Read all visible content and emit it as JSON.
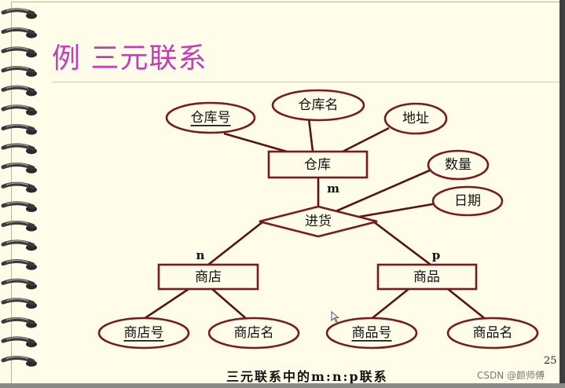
{
  "slide": {
    "title": "例  三元联系",
    "caption": "三元联系中的m:n:p联系",
    "page_number": "25",
    "watermark": "CSDN @颜师傅"
  },
  "diagram": {
    "entities": {
      "warehouse": "仓库",
      "store": "商店",
      "product": "商品"
    },
    "relationship": "进货",
    "attributes": {
      "warehouse_id": "仓库号",
      "warehouse_name": "仓库名",
      "address": "地址",
      "quantity": "数量",
      "date": "日期",
      "store_id": "商店号",
      "store_name": "商店名",
      "product_id": "商品号",
      "product_name": "商品名"
    },
    "cardinality": {
      "warehouse": "m",
      "store": "n",
      "product": "p"
    }
  },
  "colors": {
    "title": "#c23cbc",
    "shape_stroke": "#7a1a1a",
    "connector": "#5a1212",
    "slide_background": "#fffde9"
  }
}
